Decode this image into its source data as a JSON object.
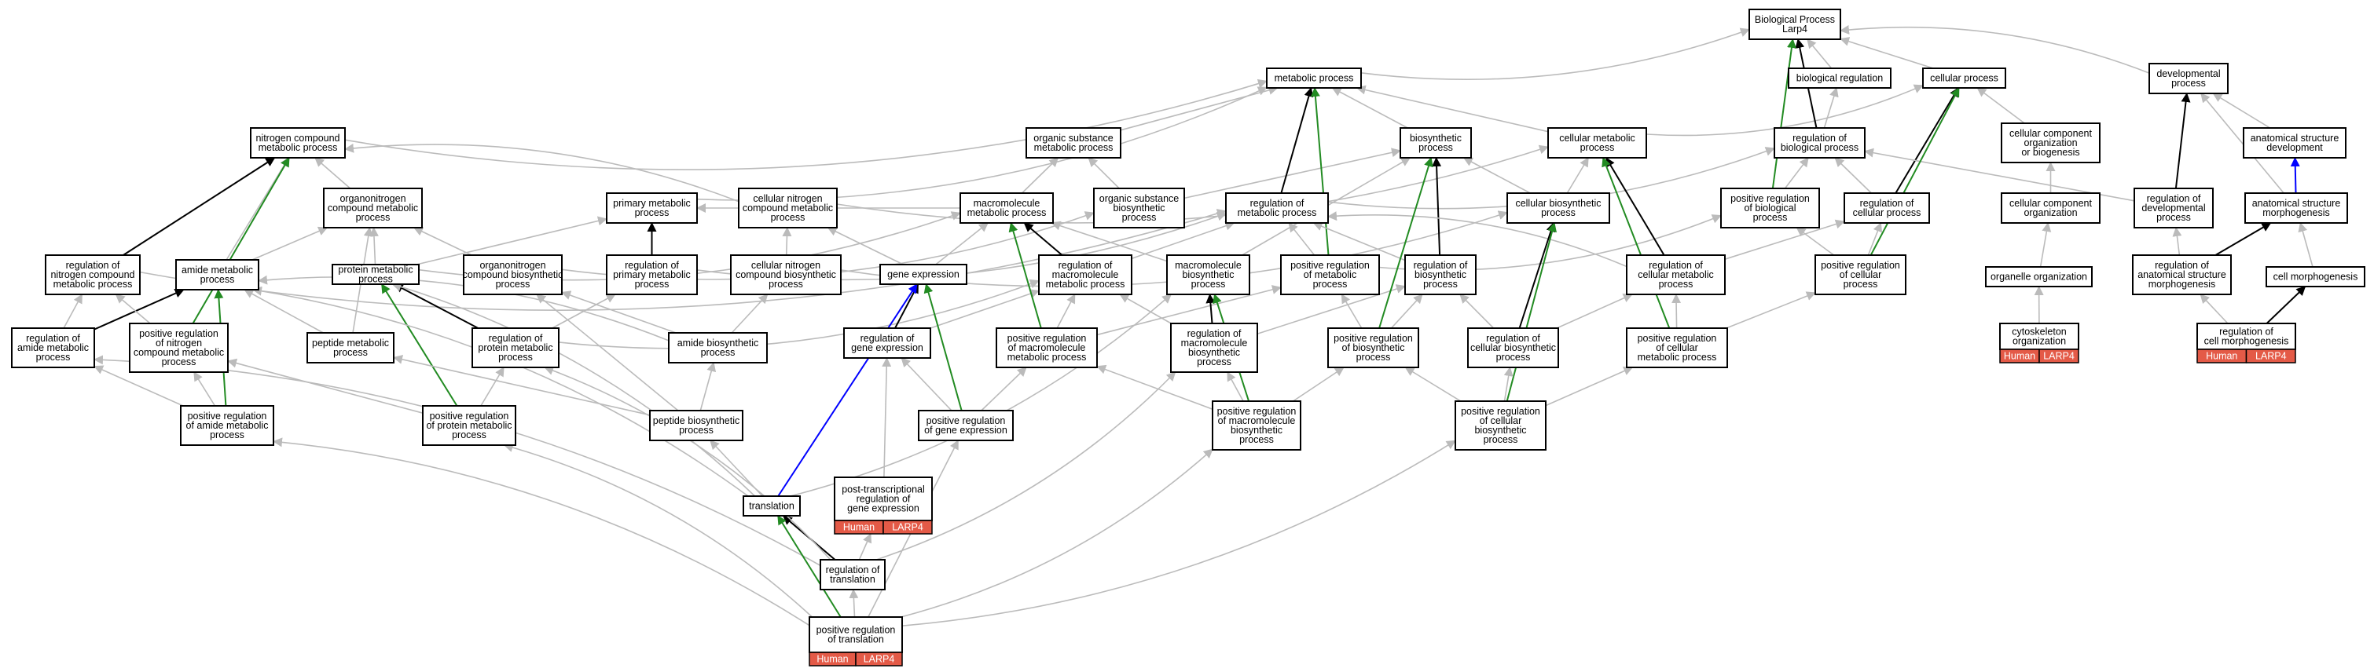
{
  "title": "",
  "colors": {
    "is_a": "#bbbbbb",
    "part_of": "#000000",
    "positively_regulates": "#228b22",
    "regulates": "#000000",
    "develops_from": "#0000ff",
    "annotation_tag": "#e45a47"
  },
  "nodes": [
    {
      "id": "bp",
      "lines": [
        "Biological Process",
        "Larp4"
      ]
    },
    {
      "id": "mp",
      "lines": [
        "metabolic process"
      ]
    },
    {
      "id": "breg",
      "lines": [
        "biological regulation"
      ]
    },
    {
      "id": "cp",
      "lines": [
        "cellular process"
      ]
    },
    {
      "id": "dev",
      "lines": [
        "developmental",
        "process"
      ]
    },
    {
      "id": "ncmp",
      "lines": [
        "nitrogen compound",
        "metabolic process"
      ]
    },
    {
      "id": "osmp",
      "lines": [
        "organic substance",
        "metabolic process"
      ]
    },
    {
      "id": "biosyn",
      "lines": [
        "biosynthetic",
        "process"
      ]
    },
    {
      "id": "cellmp",
      "lines": [
        "cellular metabolic",
        "process"
      ]
    },
    {
      "id": "regbp",
      "lines": [
        "regulation of",
        "biological process"
      ]
    },
    {
      "id": "ccob",
      "lines": [
        "cellular component",
        "organization",
        "or biogenesis"
      ]
    },
    {
      "id": "asd",
      "lines": [
        "anatomical structure",
        "development"
      ]
    },
    {
      "id": "onmp",
      "lines": [
        "organonitrogen",
        "compound metabolic",
        "process"
      ]
    },
    {
      "id": "primp",
      "lines": [
        "primary metabolic",
        "process"
      ]
    },
    {
      "id": "cncmp",
      "lines": [
        "cellular nitrogen",
        "compound metabolic",
        "process"
      ]
    },
    {
      "id": "macromp",
      "lines": [
        "macromolecule",
        "metabolic process"
      ]
    },
    {
      "id": "osbp",
      "lines": [
        "organic substance",
        "biosynthetic",
        "process"
      ]
    },
    {
      "id": "regmp",
      "lines": [
        "regulation of",
        "metabolic process"
      ]
    },
    {
      "id": "cbp",
      "lines": [
        "cellular biosynthetic",
        "process"
      ]
    },
    {
      "id": "pregbp",
      "lines": [
        "positive regulation",
        "of biological",
        "process"
      ]
    },
    {
      "id": "regcp",
      "lines": [
        "regulation of",
        "cellular process"
      ]
    },
    {
      "id": "cco",
      "lines": [
        "cellular component",
        "organization"
      ]
    },
    {
      "id": "regdev",
      "lines": [
        "regulation of",
        "developmental",
        "process"
      ]
    },
    {
      "id": "asm",
      "lines": [
        "anatomical structure",
        "morphogenesis"
      ]
    },
    {
      "id": "regncmp",
      "lines": [
        "regulation of",
        "nitrogen compound",
        "metabolic process"
      ]
    },
    {
      "id": "amp",
      "lines": [
        "amide metabolic",
        "process"
      ]
    },
    {
      "id": "protmp",
      "lines": [
        "protein metabolic",
        "process"
      ]
    },
    {
      "id": "oncbp",
      "lines": [
        "organonitrogen",
        "compound biosynthetic",
        "process"
      ]
    },
    {
      "id": "regprimp",
      "lines": [
        "regulation of",
        "primary metabolic",
        "process"
      ]
    },
    {
      "id": "cncbp",
      "lines": [
        "cellular nitrogen",
        "compound biosynthetic",
        "process"
      ]
    },
    {
      "id": "genex",
      "lines": [
        "gene expression"
      ]
    },
    {
      "id": "regmacromp",
      "lines": [
        "regulation of",
        "macromolecule",
        "metabolic process"
      ]
    },
    {
      "id": "macrobp",
      "lines": [
        "macromolecule",
        "biosynthetic",
        "process"
      ]
    },
    {
      "id": "pregmp",
      "lines": [
        "positive regulation",
        "of metabolic",
        "process"
      ]
    },
    {
      "id": "regbiosyn",
      "lines": [
        "regulation of",
        "biosynthetic",
        "process"
      ]
    },
    {
      "id": "regcmp",
      "lines": [
        "regulation of",
        "cellular metabolic",
        "process"
      ]
    },
    {
      "id": "pregcp",
      "lines": [
        "positive regulation",
        "of cellular",
        "process"
      ]
    },
    {
      "id": "oo",
      "lines": [
        "organelle organization"
      ]
    },
    {
      "id": "regasm",
      "lines": [
        "regulation of",
        "anatomical structure",
        "morphogenesis"
      ]
    },
    {
      "id": "cm",
      "lines": [
        "cell morphogenesis"
      ]
    },
    {
      "id": "regamp",
      "lines": [
        "regulation of",
        "amide metabolic",
        "process"
      ]
    },
    {
      "id": "pregncmp",
      "lines": [
        "positive regulation",
        "of nitrogen",
        "compound metabolic",
        "process"
      ]
    },
    {
      "id": "pepmp",
      "lines": [
        "peptide metabolic",
        "process"
      ]
    },
    {
      "id": "regprotmp",
      "lines": [
        "regulation of",
        "protein metabolic",
        "process"
      ]
    },
    {
      "id": "amidebp",
      "lines": [
        "amide biosynthetic",
        "process"
      ]
    },
    {
      "id": "reggenex",
      "lines": [
        "regulation of",
        "gene expression"
      ]
    },
    {
      "id": "pregmacromp",
      "lines": [
        "positive regulation",
        "of macromolecule",
        "metabolic process"
      ]
    },
    {
      "id": "regmacrobp",
      "lines": [
        "regulation of",
        "macromolecule",
        "biosynthetic",
        "process"
      ]
    },
    {
      "id": "pregbiosyn",
      "lines": [
        "positive regulation",
        "of biosynthetic",
        "process"
      ]
    },
    {
      "id": "regcbp",
      "lines": [
        "regulation of",
        "cellular biosynthetic",
        "process"
      ]
    },
    {
      "id": "pregcmp",
      "lines": [
        "positive regulation",
        "of cellular",
        "metabolic process"
      ]
    },
    {
      "id": "cytoorg",
      "lines": [
        "cytoskeleton",
        "organization"
      ],
      "tag": [
        "Human",
        "LARP4"
      ]
    },
    {
      "id": "regcm",
      "lines": [
        "regulation of",
        "cell morphogenesis"
      ],
      "tag": [
        "Human",
        "LARP4"
      ]
    },
    {
      "id": "pregamp",
      "lines": [
        "positive regulation",
        "of amide metabolic",
        "process"
      ]
    },
    {
      "id": "pregprotmp",
      "lines": [
        "positive regulation",
        "of protein metabolic",
        "process"
      ]
    },
    {
      "id": "pepbp",
      "lines": [
        "peptide biosynthetic",
        "process"
      ]
    },
    {
      "id": "preggenex",
      "lines": [
        "positive regulation",
        "of gene expression"
      ]
    },
    {
      "id": "pregmacrobp",
      "lines": [
        "positive regulation",
        "of macromolecule",
        "biosynthetic",
        "process"
      ]
    },
    {
      "id": "pregcbp",
      "lines": [
        "positive regulation",
        "of cellular",
        "biosynthetic",
        "process"
      ]
    },
    {
      "id": "translation",
      "lines": [
        "translation"
      ]
    },
    {
      "id": "ptrge",
      "lines": [
        "post-transcriptional",
        "regulation of",
        "gene expression"
      ],
      "tag": [
        "Human",
        "LARP4"
      ]
    },
    {
      "id": "regtrans",
      "lines": [
        "regulation of",
        "translation"
      ]
    },
    {
      "id": "pregtrans",
      "lines": [
        "positive regulation",
        "of translation"
      ],
      "tag": [
        "Human",
        "LARP4"
      ]
    }
  ],
  "edges": [
    {
      "from": "mp",
      "to": "bp",
      "type": "is_a"
    },
    {
      "from": "breg",
      "to": "bp",
      "type": "is_a"
    },
    {
      "from": "cp",
      "to": "bp",
      "type": "is_a"
    },
    {
      "from": "dev",
      "to": "bp",
      "type": "is_a"
    },
    {
      "from": "ncmp",
      "to": "mp",
      "type": "is_a"
    },
    {
      "from": "osmp",
      "to": "mp",
      "type": "is_a"
    },
    {
      "from": "biosyn",
      "to": "mp",
      "type": "is_a"
    },
    {
      "from": "cellmp",
      "to": "mp",
      "type": "is_a"
    },
    {
      "from": "cellmp",
      "to": "cp",
      "type": "is_a"
    },
    {
      "from": "regbp",
      "to": "breg",
      "type": "is_a"
    },
    {
      "from": "regbp",
      "to": "bp",
      "type": "regulates"
    },
    {
      "from": "ccob",
      "to": "cp",
      "type": "is_a"
    },
    {
      "from": "asd",
      "to": "dev",
      "type": "is_a"
    },
    {
      "from": "onmp",
      "to": "ncmp",
      "type": "is_a"
    },
    {
      "from": "primp",
      "to": "mp",
      "type": "is_a"
    },
    {
      "from": "cncmp",
      "to": "ncmp",
      "type": "is_a"
    },
    {
      "from": "cncmp",
      "to": "cellmp",
      "type": "is_a"
    },
    {
      "from": "macromp",
      "to": "osmp",
      "type": "is_a"
    },
    {
      "from": "macromp",
      "to": "primp",
      "type": "is_a"
    },
    {
      "from": "osbp",
      "to": "osmp",
      "type": "is_a"
    },
    {
      "from": "osbp",
      "to": "biosyn",
      "type": "is_a"
    },
    {
      "from": "regmp",
      "to": "regbp",
      "type": "is_a"
    },
    {
      "from": "regmp",
      "to": "mp",
      "type": "regulates"
    },
    {
      "from": "cbp",
      "to": "biosyn",
      "type": "is_a"
    },
    {
      "from": "cbp",
      "to": "cellmp",
      "type": "is_a"
    },
    {
      "from": "pregbp",
      "to": "regbp",
      "type": "is_a"
    },
    {
      "from": "pregbp",
      "to": "bp",
      "type": "positively_regulates"
    },
    {
      "from": "regcp",
      "to": "regbp",
      "type": "is_a"
    },
    {
      "from": "regcp",
      "to": "cp",
      "type": "regulates"
    },
    {
      "from": "cco",
      "to": "ccob",
      "type": "is_a"
    },
    {
      "from": "regdev",
      "to": "regbp",
      "type": "is_a"
    },
    {
      "from": "regdev",
      "to": "dev",
      "type": "regulates"
    },
    {
      "from": "asm",
      "to": "asd",
      "type": "develops_from"
    },
    {
      "from": "asm",
      "to": "dev",
      "type": "is_a"
    },
    {
      "from": "regncmp",
      "to": "ncmp",
      "type": "regulates"
    },
    {
      "from": "regncmp",
      "to": "regmp",
      "type": "is_a"
    },
    {
      "from": "amp",
      "to": "onmp",
      "type": "is_a"
    },
    {
      "from": "amp",
      "to": "ncmp",
      "type": "is_a"
    },
    {
      "from": "protmp",
      "to": "onmp",
      "type": "is_a"
    },
    {
      "from": "protmp",
      "to": "primp",
      "type": "is_a"
    },
    {
      "from": "protmp",
      "to": "macromp",
      "type": "is_a"
    },
    {
      "from": "oncbp",
      "to": "onmp",
      "type": "is_a"
    },
    {
      "from": "oncbp",
      "to": "osbp",
      "type": "is_a"
    },
    {
      "from": "regprimp",
      "to": "primp",
      "type": "regulates"
    },
    {
      "from": "regprimp",
      "to": "regmp",
      "type": "is_a"
    },
    {
      "from": "cncbp",
      "to": "cncmp",
      "type": "is_a"
    },
    {
      "from": "cncbp",
      "to": "cbp",
      "type": "is_a"
    },
    {
      "from": "genex",
      "to": "macromp",
      "type": "is_a"
    },
    {
      "from": "genex",
      "to": "cncmp",
      "type": "is_a"
    },
    {
      "from": "regmacromp",
      "to": "macromp",
      "type": "regulates"
    },
    {
      "from": "regmacromp",
      "to": "regmp",
      "type": "is_a"
    },
    {
      "from": "macrobp",
      "to": "macromp",
      "type": "is_a"
    },
    {
      "from": "macrobp",
      "to": "biosyn",
      "type": "is_a"
    },
    {
      "from": "pregmp",
      "to": "regmp",
      "type": "is_a"
    },
    {
      "from": "pregmp",
      "to": "mp",
      "type": "positively_regulates"
    },
    {
      "from": "pregmp",
      "to": "pregbp",
      "type": "is_a"
    },
    {
      "from": "regbiosyn",
      "to": "biosyn",
      "type": "regulates"
    },
    {
      "from": "regbiosyn",
      "to": "regmp",
      "type": "is_a"
    },
    {
      "from": "regcmp",
      "to": "cellmp",
      "type": "regulates"
    },
    {
      "from": "regcmp",
      "to": "regmp",
      "type": "is_a"
    },
    {
      "from": "regcmp",
      "to": "regcp",
      "type": "is_a"
    },
    {
      "from": "pregcp",
      "to": "regcp",
      "type": "is_a"
    },
    {
      "from": "pregcp",
      "to": "cp",
      "type": "positively_regulates"
    },
    {
      "from": "pregcp",
      "to": "pregbp",
      "type": "is_a"
    },
    {
      "from": "oo",
      "to": "cco",
      "type": "is_a"
    },
    {
      "from": "regasm",
      "to": "regdev",
      "type": "is_a"
    },
    {
      "from": "regasm",
      "to": "asm",
      "type": "regulates"
    },
    {
      "from": "cm",
      "to": "asm",
      "type": "is_a"
    },
    {
      "from": "regamp",
      "to": "amp",
      "type": "regulates"
    },
    {
      "from": "regamp",
      "to": "regncmp",
      "type": "is_a"
    },
    {
      "from": "pregncmp",
      "to": "ncmp",
      "type": "positively_regulates"
    },
    {
      "from": "pregncmp",
      "to": "regncmp",
      "type": "is_a"
    },
    {
      "from": "pepmp",
      "to": "amp",
      "type": "is_a"
    },
    {
      "from": "pepmp",
      "to": "onmp",
      "type": "is_a"
    },
    {
      "from": "regprotmp",
      "to": "protmp",
      "type": "regulates"
    },
    {
      "from": "regprotmp",
      "to": "regprimp",
      "type": "is_a"
    },
    {
      "from": "regprotmp",
      "to": "regmacromp",
      "type": "is_a"
    },
    {
      "from": "amidebp",
      "to": "amp",
      "type": "is_a"
    },
    {
      "from": "amidebp",
      "to": "oncbp",
      "type": "is_a"
    },
    {
      "from": "amidebp",
      "to": "cncbp",
      "type": "is_a"
    },
    {
      "from": "reggenex",
      "to": "genex",
      "type": "regulates"
    },
    {
      "from": "reggenex",
      "to": "regmacromp",
      "type": "is_a"
    },
    {
      "from": "pregmacromp",
      "to": "macromp",
      "type": "positively_regulates"
    },
    {
      "from": "pregmacromp",
      "to": "regmacromp",
      "type": "is_a"
    },
    {
      "from": "pregmacromp",
      "to": "pregmp",
      "type": "is_a"
    },
    {
      "from": "regmacrobp",
      "to": "macrobp",
      "type": "regulates"
    },
    {
      "from": "regmacrobp",
      "to": "regmacromp",
      "type": "is_a"
    },
    {
      "from": "regmacrobp",
      "to": "regbiosyn",
      "type": "is_a"
    },
    {
      "from": "pregbiosyn",
      "to": "biosyn",
      "type": "positively_regulates"
    },
    {
      "from": "pregbiosyn",
      "to": "regbiosyn",
      "type": "is_a"
    },
    {
      "from": "pregbiosyn",
      "to": "pregmp",
      "type": "is_a"
    },
    {
      "from": "regcbp",
      "to": "cbp",
      "type": "regulates"
    },
    {
      "from": "regcbp",
      "to": "regbiosyn",
      "type": "is_a"
    },
    {
      "from": "regcbp",
      "to": "regcmp",
      "type": "is_a"
    },
    {
      "from": "pregcmp",
      "to": "cellmp",
      "type": "positively_regulates"
    },
    {
      "from": "pregcmp",
      "to": "regcmp",
      "type": "is_a"
    },
    {
      "from": "pregcmp",
      "to": "pregcp",
      "type": "is_a"
    },
    {
      "from": "cytoorg",
      "to": "oo",
      "type": "is_a"
    },
    {
      "from": "regcm",
      "to": "cm",
      "type": "regulates"
    },
    {
      "from": "regcm",
      "to": "regasm",
      "type": "is_a"
    },
    {
      "from": "pregamp",
      "to": "amp",
      "type": "positively_regulates"
    },
    {
      "from": "pregamp",
      "to": "regamp",
      "type": "is_a"
    },
    {
      "from": "pregamp",
      "to": "pregncmp",
      "type": "is_a"
    },
    {
      "from": "pregprotmp",
      "to": "protmp",
      "type": "positively_regulates"
    },
    {
      "from": "pregprotmp",
      "to": "regprotmp",
      "type": "is_a"
    },
    {
      "from": "pregprotmp",
      "to": "pregncmp",
      "type": "is_a"
    },
    {
      "from": "pepbp",
      "to": "pepmp",
      "type": "is_a"
    },
    {
      "from": "pepbp",
      "to": "amidebp",
      "type": "is_a"
    },
    {
      "from": "pepbp",
      "to": "oncbp",
      "type": "is_a"
    },
    {
      "from": "preggenex",
      "to": "genex",
      "type": "positively_regulates"
    },
    {
      "from": "preggenex",
      "to": "reggenex",
      "type": "is_a"
    },
    {
      "from": "preggenex",
      "to": "pregmacromp",
      "type": "is_a"
    },
    {
      "from": "pregmacrobp",
      "to": "macrobp",
      "type": "positively_regulates"
    },
    {
      "from": "pregmacrobp",
      "to": "regmacrobp",
      "type": "is_a"
    },
    {
      "from": "pregmacrobp",
      "to": "pregmacromp",
      "type": "is_a"
    },
    {
      "from": "pregmacrobp",
      "to": "pregbiosyn",
      "type": "is_a"
    },
    {
      "from": "pregcbp",
      "to": "cbp",
      "type": "positively_regulates"
    },
    {
      "from": "pregcbp",
      "to": "regcbp",
      "type": "is_a"
    },
    {
      "from": "pregcbp",
      "to": "pregbiosyn",
      "type": "is_a"
    },
    {
      "from": "pregcbp",
      "to": "pregcmp",
      "type": "is_a"
    },
    {
      "from": "translation",
      "to": "genex",
      "type": "develops_from"
    },
    {
      "from": "translation",
      "to": "pepbp",
      "type": "is_a"
    },
    {
      "from": "translation",
      "to": "protmp",
      "type": "is_a"
    },
    {
      "from": "translation",
      "to": "amp",
      "type": "is_a"
    },
    {
      "from": "translation",
      "to": "macrobp",
      "type": "is_a"
    },
    {
      "from": "ptrge",
      "to": "reggenex",
      "type": "is_a"
    },
    {
      "from": "regtrans",
      "to": "translation",
      "type": "regulates"
    },
    {
      "from": "regtrans",
      "to": "ptrge",
      "type": "is_a"
    },
    {
      "from": "regtrans",
      "to": "regamp",
      "type": "is_a"
    },
    {
      "from": "regtrans",
      "to": "regprotmp",
      "type": "is_a"
    },
    {
      "from": "regtrans",
      "to": "regmacrobp",
      "type": "is_a"
    },
    {
      "from": "pregtrans",
      "to": "translation",
      "type": "positively_regulates"
    },
    {
      "from": "pregtrans",
      "to": "regtrans",
      "type": "is_a"
    },
    {
      "from": "pregtrans",
      "to": "preggenex",
      "type": "is_a"
    },
    {
      "from": "pregtrans",
      "to": "pregamp",
      "type": "is_a"
    },
    {
      "from": "pregtrans",
      "to": "pregprotmp",
      "type": "is_a"
    },
    {
      "from": "pregtrans",
      "to": "pregmacrobp",
      "type": "is_a"
    },
    {
      "from": "pregtrans",
      "to": "pregcbp",
      "type": "is_a"
    }
  ]
}
